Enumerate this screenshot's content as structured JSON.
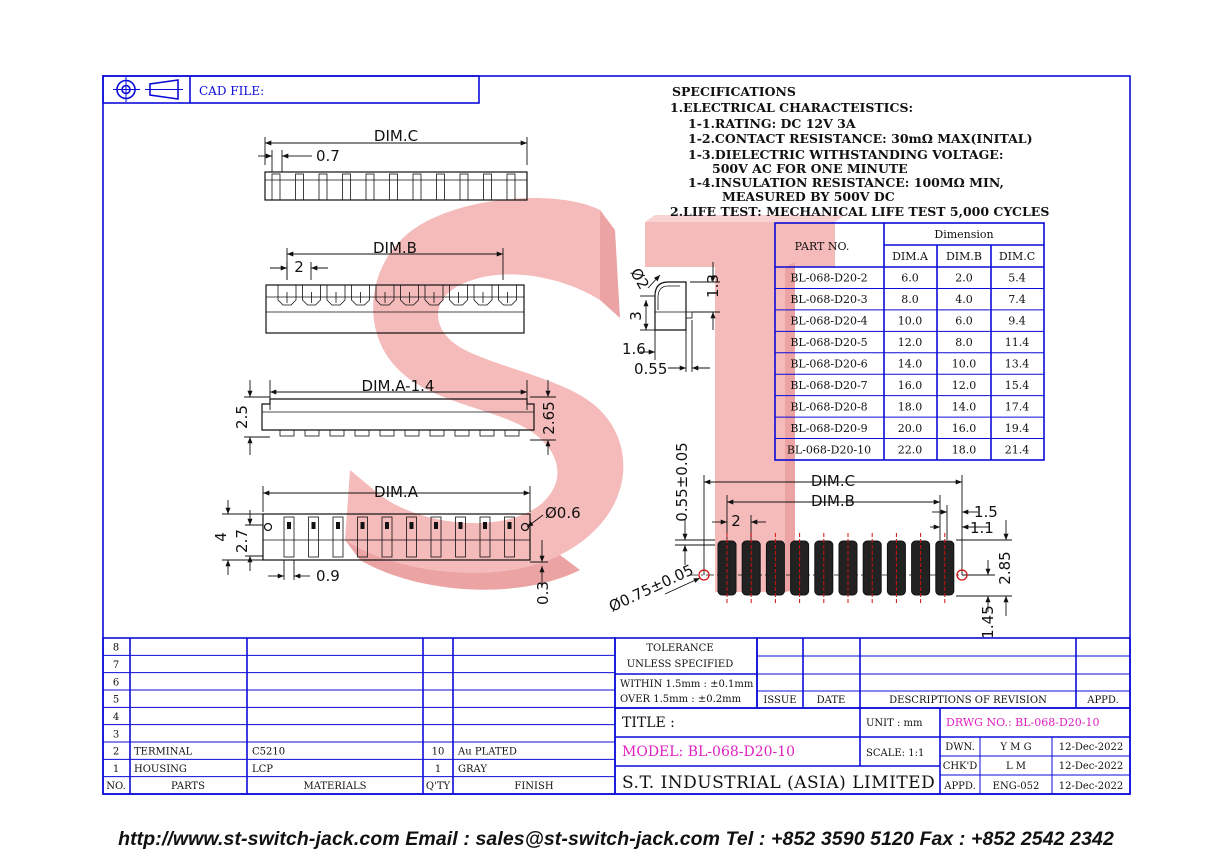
{
  "cad_file_label": "CAD FILE:",
  "spec": {
    "lines": [
      "SPECIFICATIONS",
      "1.ELECTRICAL CHARACTEISTICS:",
      "1-1.RATING: DC 12V 3A",
      "1-2.CONTACT RESISTANCE: 30mΩ MAX(INITAL)",
      "1-3.DIELECTRIC WITHSTANDING VOLTAGE:",
      "500V AC FOR ONE MINUTE",
      "1-4.INSULATION RESISTANCE: 100MΩ MIN,",
      "MEASURED BY 500V DC",
      "2.LIFE TEST: MECHANICAL LIFE TEST 5,000 CYCLES"
    ]
  },
  "dim_table": {
    "part_no_header": "PART NO.",
    "dimension_header": "Dimension",
    "columns": [
      "DIM.A",
      "DIM.B",
      "DIM.C"
    ],
    "rows": [
      [
        "BL-068-D20-2",
        "6.0",
        "2.0",
        "5.4"
      ],
      [
        "BL-068-D20-3",
        "8.0",
        "4.0",
        "7.4"
      ],
      [
        "BL-068-D20-4",
        "10.0",
        "6.0",
        "9.4"
      ],
      [
        "BL-068-D20-5",
        "12.0",
        "8.0",
        "11.4"
      ],
      [
        "BL-068-D20-6",
        "14.0",
        "10.0",
        "13.4"
      ],
      [
        "BL-068-D20-7",
        "16.0",
        "12.0",
        "15.4"
      ],
      [
        "BL-068-D20-8",
        "18.0",
        "14.0",
        "17.4"
      ],
      [
        "BL-068-D20-9",
        "20.0",
        "16.0",
        "19.4"
      ],
      [
        "BL-068-D20-10",
        "22.0",
        "18.0",
        "21.4"
      ]
    ]
  },
  "dims": {
    "dim_c": "DIM.C",
    "d07": "0.7",
    "dim_b": "DIM.B",
    "d2": "2",
    "dim_a14": "DIM.A-1.4",
    "d25": "2.5",
    "d265": "2.65",
    "dim_a": "DIM.A",
    "d4": "4",
    "d27": "2.7",
    "d09": "0.9",
    "d06": "Ø0.6",
    "d03": "0.3",
    "side_d2": "Ø2",
    "side_13": "1.3",
    "side_3": "3",
    "side_16": "1.6",
    "side_055": "0.55",
    "pcb_055": "0.55±0.05",
    "pcb_dimc": "DIM.C",
    "pcb_dimb": "DIM.B",
    "pcb_2": "2",
    "pcb_15": "1.5",
    "pcb_11": "1.1",
    "pcb_285": "2.85",
    "pcb_075": "Ø0.75±0.05",
    "pcb_145": "1.45"
  },
  "bom": {
    "rows": [
      {
        "no": "8",
        "parts": "",
        "mat": "",
        "qty": "",
        "finish": ""
      },
      {
        "no": "7",
        "parts": "",
        "mat": "",
        "qty": "",
        "finish": ""
      },
      {
        "no": "6",
        "parts": "",
        "mat": "",
        "qty": "",
        "finish": ""
      },
      {
        "no": "5",
        "parts": "",
        "mat": "",
        "qty": "",
        "finish": ""
      },
      {
        "no": "4",
        "parts": "",
        "mat": "",
        "qty": "",
        "finish": ""
      },
      {
        "no": "3",
        "parts": "",
        "mat": "",
        "qty": "",
        "finish": ""
      },
      {
        "no": "2",
        "parts": "TERMINAL",
        "mat": "C5210",
        "qty": "10",
        "finish": "Au PLATED"
      },
      {
        "no": "1",
        "parts": "HOUSING",
        "mat": "LCP",
        "qty": "1",
        "finish": "GRAY"
      }
    ],
    "header": {
      "no": "NO.",
      "parts": "PARTS",
      "mat": "MATERIALS",
      "qty": "Q'TY",
      "finish": "FINISH"
    }
  },
  "tolerance": {
    "title": "TOLERANCE",
    "subtitle": "UNLESS   SPECIFIED",
    "within": "WITHIN  1.5mm : ±0.1mm",
    "over": "OVER    1.5mm : ±0.2mm"
  },
  "revision": {
    "issue": "ISSUE",
    "date": "DATE",
    "desc": "DESCRIPTIONS  OF  REVISION",
    "appd": "APPD."
  },
  "title_block": {
    "title_label": "TITLE :",
    "unit_label": "UNIT :   mm",
    "drwg_no": "DRWG NO.: BL-068-D20-10",
    "model": "MODEL: BL-068-D20-10",
    "scale": "SCALE:   1:1",
    "company": "S.T.  INDUSTRIAL  (ASIA)  LIMITED",
    "dwn_label": "DWN.",
    "dwn_name": "Y M G",
    "dwn_date": "12-Dec-2022",
    "chkd_label": "CHK'D",
    "chkd_name": "L M",
    "chkd_date": "12-Dec-2022",
    "appd_label": "APPD.",
    "appd_name": "ENG-052",
    "appd_date": "12-Dec-2022"
  },
  "footer": "http://www.st-switch-jack.com  Email : sales@st-switch-jack.com  Tel : +852 3590 5120  Fax : +852 2542 2342",
  "colors": {
    "frame": "#0b0bd8",
    "watermark": "#f3a3a3",
    "accent": "#e020c0"
  }
}
